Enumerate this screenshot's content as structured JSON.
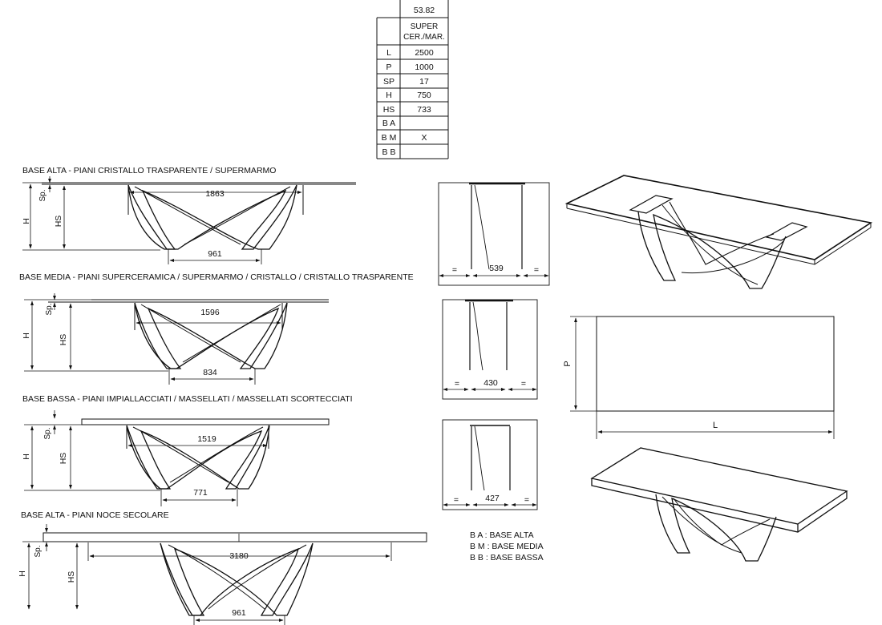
{
  "table": {
    "code": "53.82",
    "header": "SUPER\nCER./MAR.",
    "rows": [
      {
        "label": "L",
        "value": "2500"
      },
      {
        "label": "P",
        "value": "1000"
      },
      {
        "label": "SP",
        "value": "17"
      },
      {
        "label": "H",
        "value": "750"
      },
      {
        "label": "HS",
        "value": "733"
      },
      {
        "label": "B A",
        "value": ""
      },
      {
        "label": "B M",
        "value": "X"
      },
      {
        "label": "B B",
        "value": ""
      }
    ]
  },
  "sections": [
    {
      "title": "BASE ALTA - PIANI CRISTALLO TRASPARENTE / SUPERMARMO",
      "top_dim": "1863",
      "bottom_dim": "961",
      "side_dim": "539"
    },
    {
      "title": "BASE MEDIA - PIANI SUPERCERAMICA / SUPERMARMO / CRISTALLO / CRISTALLO TRASPARENTE",
      "top_dim": "1596",
      "bottom_dim": "834",
      "side_dim": "430"
    },
    {
      "title": "BASE BASSA - PIANI IMPIALLACCIATI / MASSELLATI / MASSELLATI SCORTECCIATI",
      "top_dim": "1519",
      "bottom_dim": "771",
      "side_dim": "427"
    },
    {
      "title": "BASE ALTA - PIANI NOCE SECOLARE",
      "top_dim": "3180",
      "bottom_dim": "961"
    }
  ],
  "dim_labels": {
    "h": "H",
    "hs": "HS",
    "sp": "Sp.",
    "eq": "=",
    "p": "P",
    "l": "L"
  },
  "legend": [
    "B A : BASE ALTA",
    "B M : BASE MEDIA",
    "B B : BASE BASSA"
  ]
}
